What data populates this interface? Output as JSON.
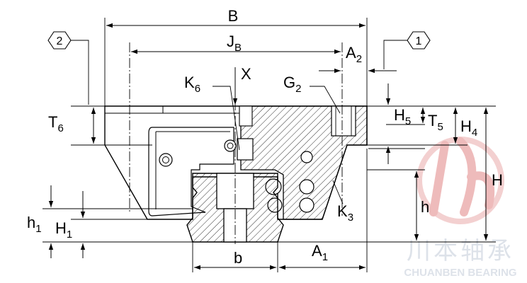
{
  "labels": {
    "B": "B",
    "JB": {
      "main": "J",
      "sub": "B"
    },
    "A2": {
      "main": "A",
      "sub": "2"
    },
    "A1": {
      "main": "A",
      "sub": "1"
    },
    "K6": {
      "main": "K",
      "sub": "6"
    },
    "K3": {
      "main": "K",
      "sub": "3"
    },
    "X": "X",
    "G2": {
      "main": "G",
      "sub": "2"
    },
    "T6": {
      "main": "T",
      "sub": "6"
    },
    "T5": {
      "main": "T",
      "sub": "5"
    },
    "H5": {
      "main": "H",
      "sub": "5"
    },
    "H4": {
      "main": "H",
      "sub": "4"
    },
    "H": "H",
    "h": "h",
    "h1": {
      "main": "h",
      "sub": "1"
    },
    "H1": {
      "main": "H",
      "sub": "1"
    },
    "b": "b",
    "callout1": "1",
    "callout2": "2"
  },
  "watermark": {
    "cn": "川本轴承",
    "en": "CHUANBEN BEARING",
    "color": "#e8a0a0"
  }
}
